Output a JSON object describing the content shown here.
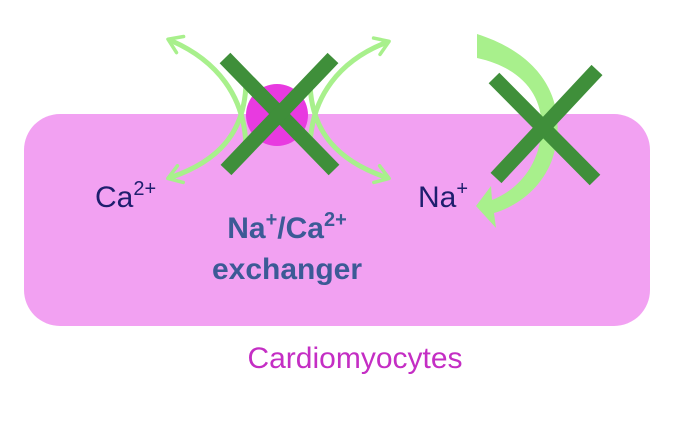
{
  "labels": {
    "calcium_base": "Ca",
    "calcium_charge": "2+",
    "sodium_base": "Na",
    "sodium_charge": "+",
    "exchanger_na": "Na",
    "exchanger_na_charge": "+",
    "exchanger_slash_ca": "/Ca",
    "exchanger_ca_charge": "2+",
    "exchanger_word": "exchanger",
    "cell_type": "Cardiomyocytes"
  },
  "colors": {
    "cell_fill": "#f2a1f2",
    "exchanger_dot": "#e83ae0",
    "arrow_green": "#a8f08c",
    "cross_green": "#3f8f3a",
    "ion_text": "#1e1e6e",
    "exchanger_text": "#3c5a96",
    "cell_type_text": "#c42ec4"
  },
  "icons": {
    "blocked_exchange": "cross-icon",
    "blocked_influx": "cross-icon"
  }
}
